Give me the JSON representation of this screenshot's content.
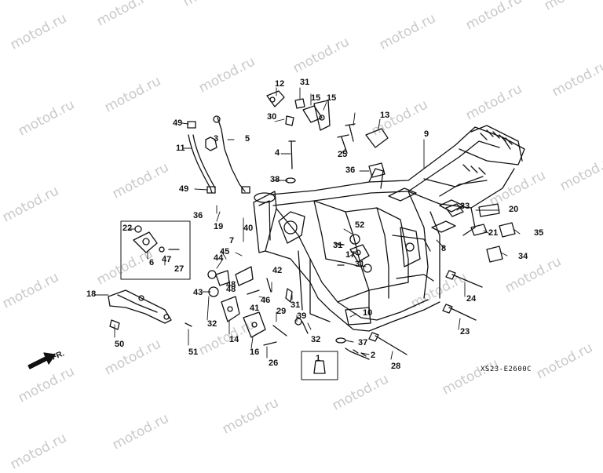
{
  "watermark": {
    "text": "motod.ru",
    "color": "#c9c9c9",
    "count": 30
  },
  "diagram_code": "XS23-E2600C",
  "direction_label": "FR.",
  "part_numbers": [
    "1",
    "2",
    "3",
    "4",
    "5",
    "6",
    "7",
    "8",
    "9",
    "10",
    "11",
    "12",
    "13",
    "14",
    "15",
    "15",
    "16",
    "17",
    "18",
    "19",
    "20",
    "21",
    "22",
    "23",
    "24",
    "25",
    "26",
    "27",
    "28",
    "29",
    "30",
    "31",
    "31",
    "31",
    "31",
    "32",
    "32",
    "33",
    "34",
    "35",
    "36",
    "36",
    "37",
    "38",
    "39",
    "40",
    "41",
    "42",
    "43",
    "44",
    "45",
    "46",
    "47",
    "48",
    "48",
    "49",
    "49",
    "50",
    "51",
    "52"
  ]
}
